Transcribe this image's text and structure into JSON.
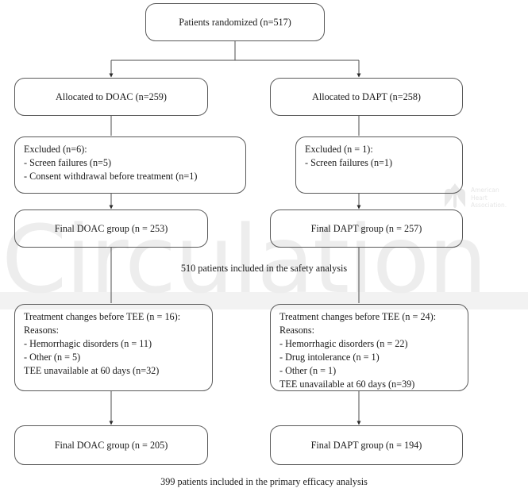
{
  "figure": {
    "type": "consort-flow-diagram",
    "watermark": {
      "journal": "Circulation",
      "org_line1": "American",
      "org_line2": "Heart",
      "org_line3": "Association.",
      "color": "#ededed"
    }
  },
  "nodes": {
    "randomized": {
      "label": "Patients randomized (n=517)"
    },
    "allocated_doac": {
      "label": "Allocated to DOAC (n=259)"
    },
    "allocated_dapt": {
      "label": "Allocated to DAPT (n=258)"
    },
    "excluded_doac": {
      "lines": [
        "Excluded (n=6):",
        "- Screen failures (n=5)",
        "- Consent withdrawal before treatment (n=1)"
      ]
    },
    "excluded_dapt": {
      "lines": [
        "Excluded (n = 1):",
        "- Screen failures (n=1)"
      ]
    },
    "final_doac_safety": {
      "label": "Final DOAC group (n = 253)"
    },
    "final_dapt_safety": {
      "label": "Final DAPT group (n = 257)"
    },
    "changes_doac": {
      "lines": [
        "Treatment changes before TEE (n = 16):",
        "Reasons:",
        "- Hemorrhagic disorders (n = 11)",
        "- Other (n = 5)",
        "TEE unavailable at 60 days (n=32)"
      ]
    },
    "changes_dapt": {
      "lines": [
        "Treatment changes before TEE (n = 24):",
        "Reasons:",
        "- Hemorrhagic disorders (n = 22)",
        "- Drug intolerance (n = 1)",
        "- Other (n = 1)",
        "TEE unavailable at 60 days (n=39)"
      ]
    },
    "final_doac_efficacy": {
      "label": "Final DOAC group (n = 205)"
    },
    "final_dapt_efficacy": {
      "label": "Final DAPT group (n = 194)"
    }
  },
  "captions": {
    "safety": "510 patients included in the safety analysis",
    "efficacy": "399 patients included in the primary efficacy analysis"
  },
  "chart_data": {
    "type": "diagram",
    "title": "CONSORT participant flow",
    "stages": [
      {
        "stage": "Randomized",
        "arm": "All",
        "n": 517
      },
      {
        "stage": "Allocated",
        "arm": "DOAC",
        "n": 259
      },
      {
        "stage": "Allocated",
        "arm": "DAPT",
        "n": 258
      },
      {
        "stage": "Excluded",
        "arm": "DOAC",
        "n": 6,
        "reasons": [
          {
            "reason": "Screen failures",
            "n": 5
          },
          {
            "reason": "Consent withdrawal before treatment",
            "n": 1
          }
        ]
      },
      {
        "stage": "Excluded",
        "arm": "DAPT",
        "n": 1,
        "reasons": [
          {
            "reason": "Screen failures",
            "n": 1
          }
        ]
      },
      {
        "stage": "Safety analysis",
        "arm": "DOAC",
        "n": 253
      },
      {
        "stage": "Safety analysis",
        "arm": "DAPT",
        "n": 257
      },
      {
        "stage": "Safety analysis total",
        "arm": "All",
        "n": 510
      },
      {
        "stage": "Treatment changes before TEE",
        "arm": "DOAC",
        "n": 16,
        "reasons": [
          {
            "reason": "Hemorrhagic disorders",
            "n": 11
          },
          {
            "reason": "Other",
            "n": 5
          }
        ],
        "tee_unavailable_60d": 32
      },
      {
        "stage": "Treatment changes before TEE",
        "arm": "DAPT",
        "n": 24,
        "reasons": [
          {
            "reason": "Hemorrhagic disorders",
            "n": 22
          },
          {
            "reason": "Drug intolerance",
            "n": 1
          },
          {
            "reason": "Other",
            "n": 1
          }
        ],
        "tee_unavailable_60d": 39
      },
      {
        "stage": "Primary efficacy analysis",
        "arm": "DOAC",
        "n": 205
      },
      {
        "stage": "Primary efficacy analysis",
        "arm": "DAPT",
        "n": 194
      },
      {
        "stage": "Primary efficacy analysis total",
        "arm": "All",
        "n": 399
      }
    ]
  }
}
